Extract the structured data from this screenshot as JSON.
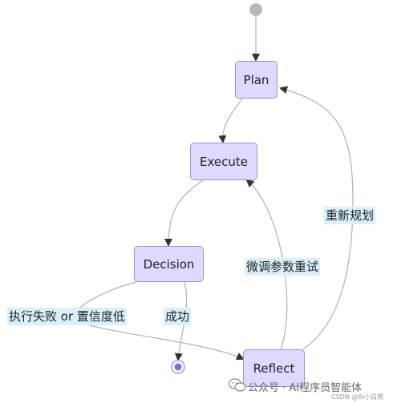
{
  "diagram": {
    "nodes": {
      "plan": "Plan",
      "execute": "Execute",
      "decision": "Decision",
      "reflect": "Reflect"
    },
    "edge_labels": {
      "fail": "执行失败 or 置信度低",
      "success": "成功",
      "retune": "微调参数重试",
      "replan": "重新规划"
    },
    "colors": {
      "node_fill": "#dcdafe",
      "node_border": "#9a8fd8",
      "edge": "#b0b0b0",
      "label_bg": "#d9f0fb",
      "start_dot": "#b9b6c4",
      "end_dot": "#7b6fe0"
    }
  },
  "watermark": {
    "brand": "公众号 · AI程序员智能体",
    "source": "CSDN @AI小白熊"
  }
}
